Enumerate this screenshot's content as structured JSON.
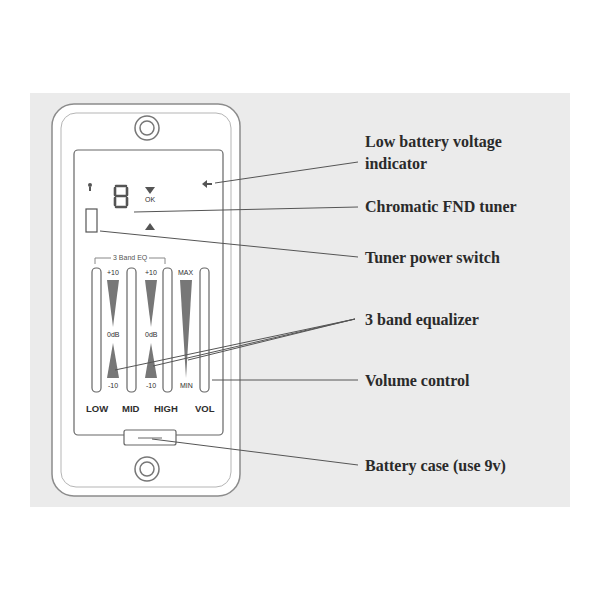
{
  "diagram": {
    "labels": [
      "OK",
      "3 Band EQ",
      "+10",
      "+10",
      "MAX",
      "0dB",
      "0dB",
      "-10",
      "-10",
      "MIN",
      "LOW",
      "MID",
      "HIGH",
      "VOL",
      "Low battery voltage indicator",
      "Chromatic FND tuner",
      "Tuner power switch",
      "3 band equalizer",
      "Volume control",
      "Battery case (use 9v)"
    ]
  }
}
